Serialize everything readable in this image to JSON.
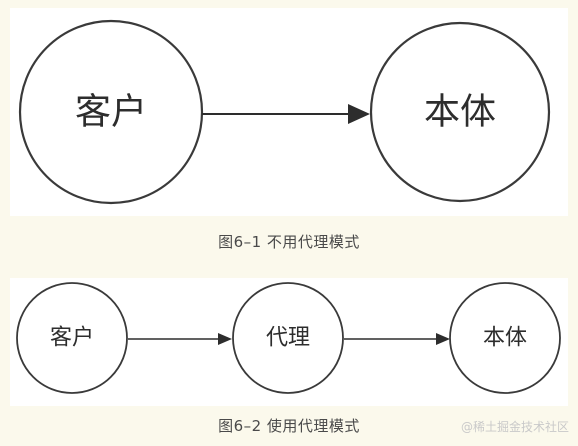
{
  "figure1": {
    "client": "客户",
    "subject": "本体",
    "caption": "图6–1 不用代理模式"
  },
  "figure2": {
    "client": "客户",
    "proxy": "代理",
    "subject": "本体",
    "caption": "图6–2 使用代理模式"
  },
  "watermark": "@稀土掘金技术社区",
  "colors": {
    "page_background": "#fbf9ec",
    "panel_background": "#ffffff",
    "stroke": "#3a3a3a"
  }
}
